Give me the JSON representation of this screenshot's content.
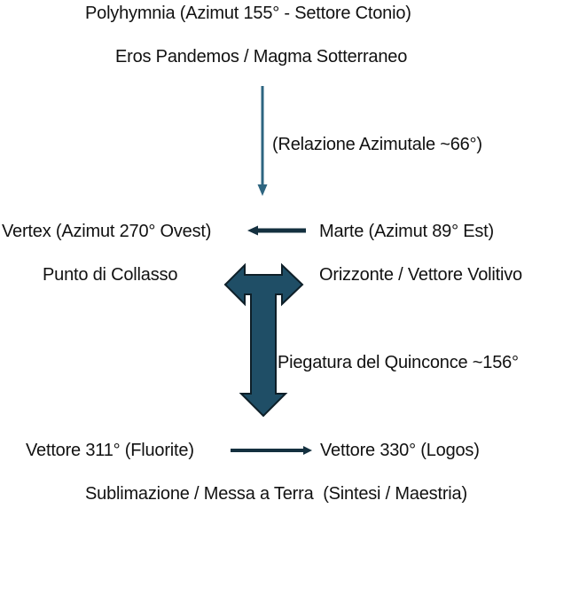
{
  "labels": {
    "polyhymnia": "Polyhymnia (Azimut 155° - Settore Ctonio)",
    "eros": "Eros Pandemos / Magma Sotterraneo",
    "relazione": "(Relazione Azimutale ~66°)",
    "vertex": "Vertex (Azimut 270° Ovest)",
    "marte": "Marte (Azimut 89° Est)",
    "punto_collasso": "Punto di Collasso",
    "orizzonte": "Orizzonte / Vettore Volitivo",
    "piegatura": "Piegatura del Quinconce ~156°",
    "vettore_311": "Vettore 311° (Fluorite)",
    "vettore_330": "Vettore 330° (Logos)",
    "sublimazione": "Sublimazione / Messa a Terra  (Sintesi / Maestria)"
  },
  "colors": {
    "thin_arrow": "#2e6580",
    "dark_arrow": "#14303f",
    "big_arrow_fill": "#1f4e66",
    "big_arrow_stroke": "#0e1f28",
    "text": "#111111"
  }
}
